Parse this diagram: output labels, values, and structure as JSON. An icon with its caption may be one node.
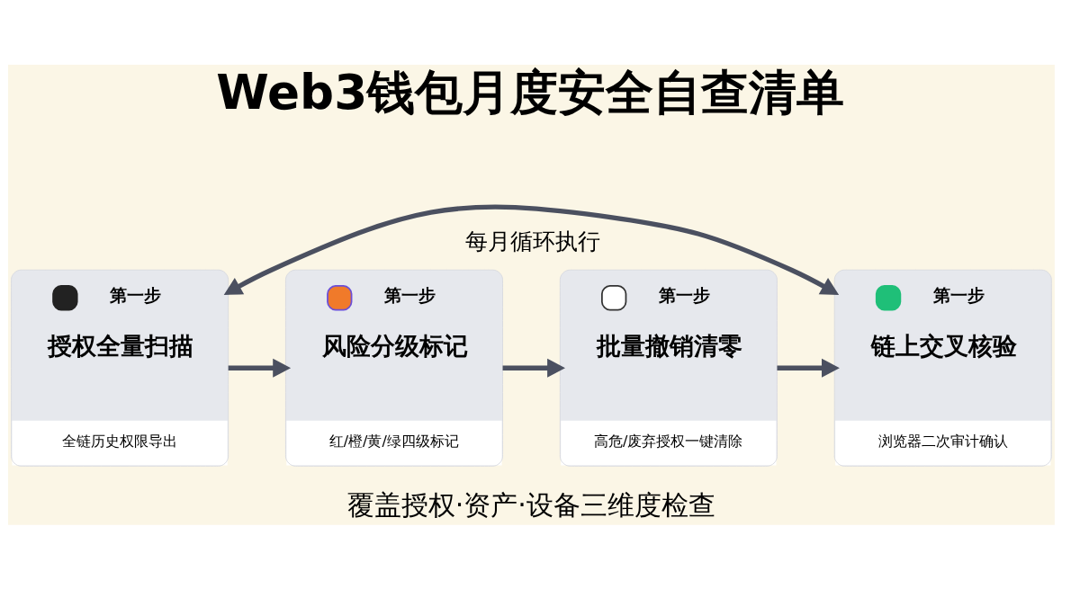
{
  "diagram": {
    "title": "Web3钱包月度安全自查清单",
    "caption": "覆盖授权·资产·设备三维度检查",
    "nodes": [
      {
        "text": [
          "第一步",
          "授权全量扫描",
          "全链历史权限导出"
        ]
      },
      {
        "text": [
          "第一步",
          "风险分级标记",
          "红/橙/黄/绿四级标记"
        ]
      },
      {
        "text": [
          "第一步",
          "批量撤销清零",
          "高危/废弃授权一键清除"
        ]
      },
      {
        "text": [
          "第一步",
          "链上交叉核验",
          "浏览器二次审计确认"
        ]
      }
    ],
    "edges": [
      {
        "from": 0,
        "to": 1,
        "arrow": "to"
      },
      {
        "from": 1,
        "to": 2,
        "arrow": "to"
      },
      {
        "from": 2,
        "to": 3,
        "arrow": "to"
      },
      {
        "from": 0,
        "to": 3,
        "arrow": "both",
        "label": "每月循环执行"
      }
    ]
  }
}
